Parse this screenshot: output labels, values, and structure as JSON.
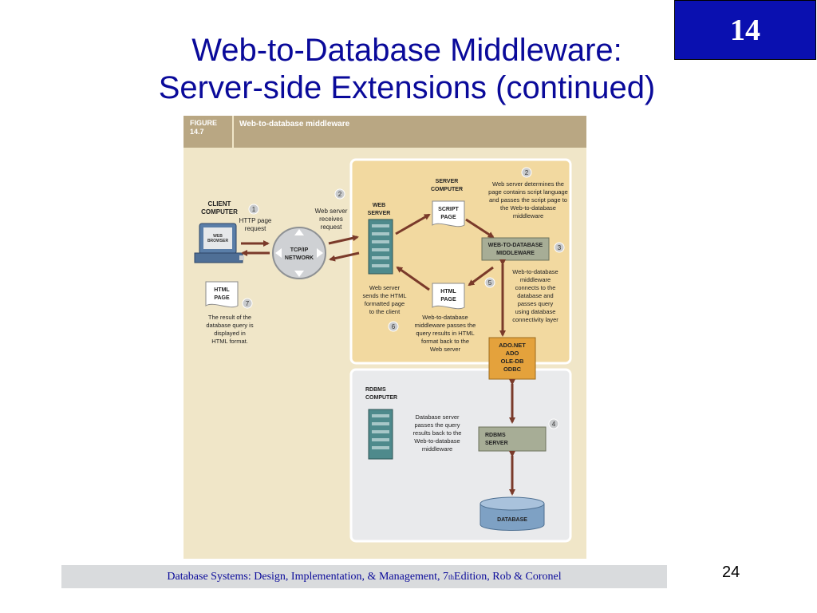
{
  "slide": {
    "chapter": "14",
    "title_line1": "Web-to-Database Middleware:",
    "title_line2": "Server-side Extensions (continued)",
    "footer_main": "Database Systems: Design, Implementation, & Management, 7",
    "footer_sup": "th",
    "footer_rest": " Edition, Rob & Coronel",
    "page_number": "24"
  },
  "figure": {
    "label_line1": "FIGURE",
    "label_line2": "14.7",
    "caption": "Web-to-database middleware",
    "colors": {
      "panel": "#f0e6c8",
      "server_area": "#f2d9a0",
      "rdbms_area": "#e9eaec",
      "arrow": "#7a3a2a",
      "middleware_box": "#a7ad96",
      "adonet_box": "#e4a23c",
      "badge": "#c9cbcd"
    },
    "client_computer": {
      "line1": "CLIENT",
      "line2": "COMPUTER"
    },
    "web_browser": {
      "line1": "WEB",
      "line2": "BROWSER"
    },
    "tcpip": {
      "line1": "TCP/IP",
      "line2": "NETWORK"
    },
    "web_server": {
      "line1": "WEB",
      "line2": "SERVER"
    },
    "server_computer": {
      "line1": "SERVER",
      "line2": "COMPUTER"
    },
    "script_page": {
      "line1": "SCRIPT",
      "line2": "PAGE"
    },
    "html_page_server": {
      "line1": "HTML",
      "line2": "PAGE"
    },
    "html_page_client": {
      "line1": "HTML",
      "line2": "PAGE"
    },
    "middleware": {
      "line1": "WEB-TO-DATABASE",
      "line2": "MIDDLEWARE"
    },
    "adonet": {
      "line1": "ADO.NET",
      "line2": "ADO",
      "line3": "OLE-DB",
      "line4": "ODBC"
    },
    "rdbms_computer": {
      "line1": "RDBMS",
      "line2": "COMPUTER"
    },
    "rdbms_server": {
      "line1": "RDBMS",
      "line2": "SERVER"
    },
    "database": "DATABASE",
    "steps": {
      "s1": {
        "num": "1",
        "lines": [
          "HTTP page",
          "request"
        ]
      },
      "s2a": {
        "num": "2",
        "lines": [
          "Web server",
          "receives",
          "request"
        ]
      },
      "s2b": {
        "num": "2",
        "lines": [
          "Web server determines the",
          "page contains script language",
          "and passes the script page to",
          "the Web-to-database",
          "middleware"
        ]
      },
      "s3": {
        "num": "3",
        "lines": [
          "Web-to-database",
          "middleware",
          "connects to the",
          "database and",
          "passes query",
          "using database",
          "connectivity layer"
        ]
      },
      "s4": {
        "num": "4",
        "lines": [
          "Database server",
          "passes the query",
          "results back to the",
          "Web-to-database",
          "middleware"
        ]
      },
      "s5": {
        "num": "5",
        "lines": [
          "Web-to-database",
          "middleware passes the",
          "query results in HTML",
          "format back to the",
          "Web server"
        ]
      },
      "s6": {
        "num": "6",
        "lines": [
          "Web server",
          "sends the HTML",
          "formatted page",
          "to the client"
        ]
      },
      "s7": {
        "num": "7",
        "lines": [
          "The result of the",
          "database query is",
          "displayed in",
          "HTML format."
        ]
      }
    }
  }
}
